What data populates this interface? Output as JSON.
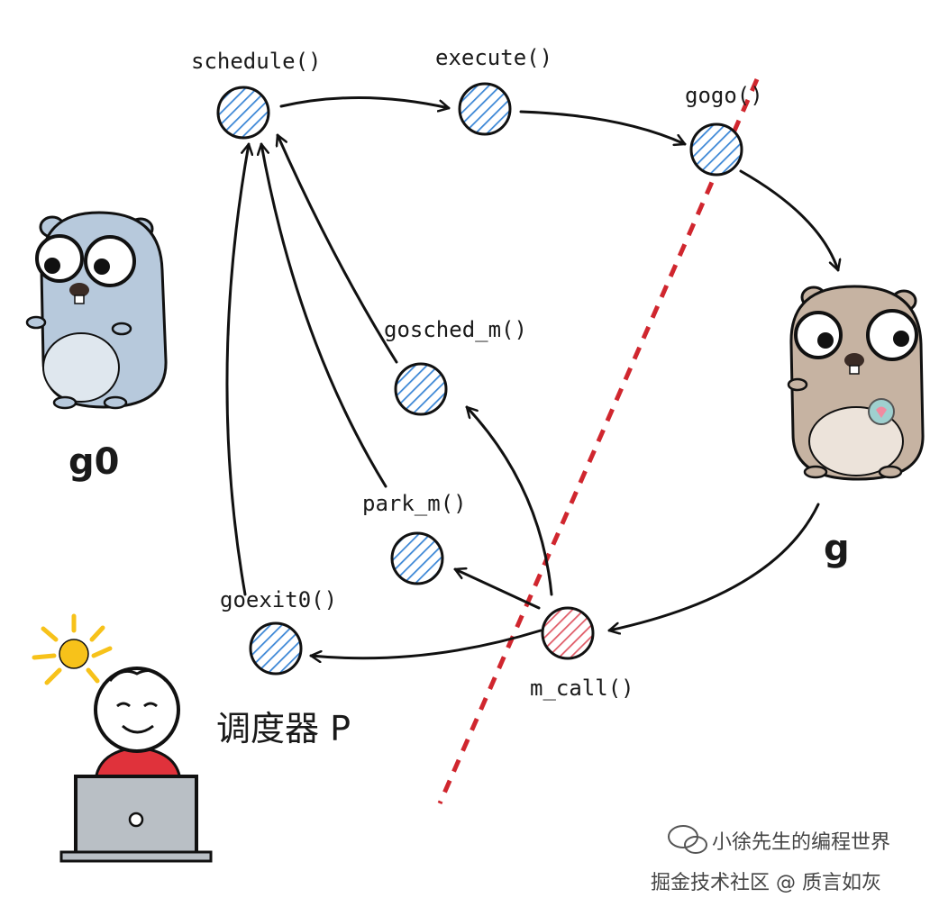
{
  "nodes": {
    "schedule": "schedule()",
    "execute": "execute()",
    "gogo": "gogo()",
    "gosched_m": "gosched_m()",
    "park_m": "park_m()",
    "goexit0": "goexit0()",
    "m_call": "m_call()"
  },
  "labels": {
    "g0": "g0",
    "g": "g",
    "scheduler": "调度器 P"
  },
  "watermark": {
    "line1": "小徐先生的编程世界",
    "line2": "掘金技术社区 @ 质言如灰"
  },
  "colors": {
    "node_hatch": "#3a86d6",
    "node_hatch_red": "#e05a66",
    "divider": "#d0262e",
    "gopher_blue": "#b7c9dc",
    "gopher_brown": "#c6b3a2",
    "shirt": "#e0323b",
    "sun": "#f7c21a"
  }
}
